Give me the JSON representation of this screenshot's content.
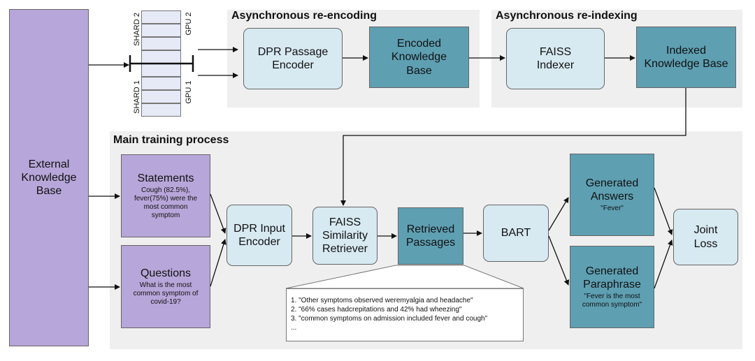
{
  "panels": {
    "reencoding_title": "Asynchronous re-encoding",
    "reindexing_title": "Asynchronous re-indexing",
    "main_title": "Main training process"
  },
  "external_kb": "External Knowledge Base",
  "shards": {
    "shard2": "SHARD 2",
    "shard1": "SHARD 1",
    "gpu2": "GPU 2",
    "gpu1": "GPU 1"
  },
  "nodes": {
    "dpr_passage_encoder": "DPR Passage Encoder",
    "encoded_kb": "Encoded Knowledge Base",
    "faiss_indexer": "FAISS Indexer",
    "indexed_kb": "Indexed Knowledge Base",
    "statements": {
      "title": "Statements",
      "text": "Cough (82.5%), fever(75%) were the most common symptom"
    },
    "questions": {
      "title": "Questions",
      "text": "What is the most common symptom of covid-19?"
    },
    "dpr_input_encoder": "DPR Input Encoder",
    "faiss_retriever": "FAISS Similarity Retriever",
    "retrieved_passages": "Retrieved Passages",
    "bart": "BART",
    "generated_answers": {
      "title": "Generated Answers",
      "text": "\"Fever\""
    },
    "generated_paraphrase": {
      "title": "Generated Paraphrase",
      "text": "\"Fever is the most common symptom\""
    },
    "joint_loss": "Joint Loss"
  },
  "passages": [
    "1. \"Other symptoms observed weremyalgia and headache\"",
    "2. \"66% cases hadcrepitations and 42% had wheezing\"",
    "3. \"common symptoms on admission included fever and cough\"",
    "..."
  ]
}
